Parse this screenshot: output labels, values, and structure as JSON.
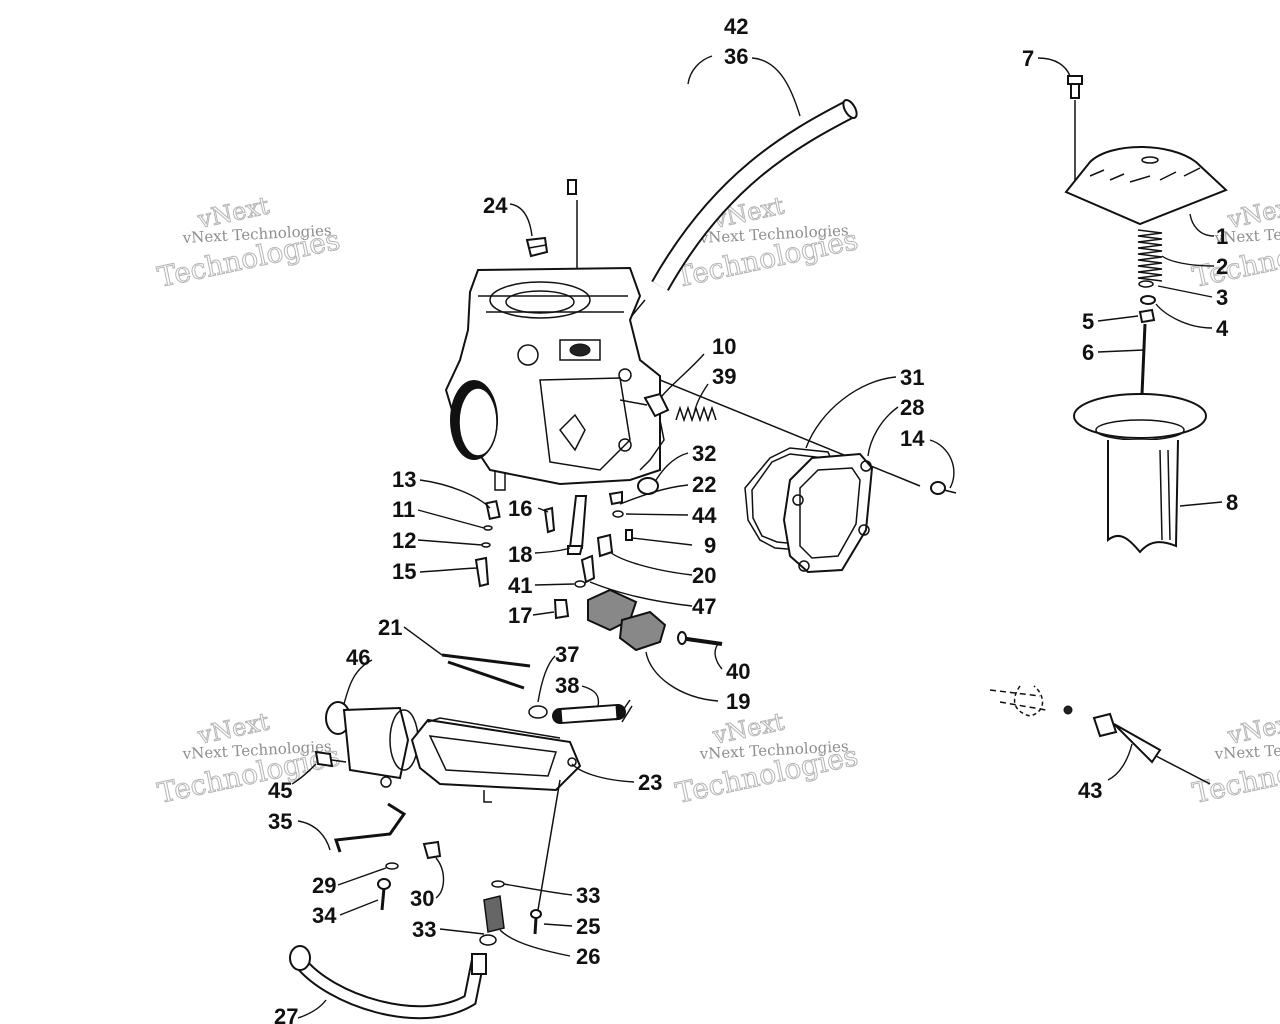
{
  "watermark": {
    "line1": "vNext",
    "line2": "vNext Technologies",
    "line3": "Technologies"
  },
  "callouts": {
    "c1": "1",
    "c2": "2",
    "c3": "3",
    "c4": "4",
    "c5": "5",
    "c6": "6",
    "c7": "7",
    "c8": "8",
    "c9": "9",
    "c10": "10",
    "c11": "11",
    "c12": "12",
    "c13": "13",
    "c14": "14",
    "c15": "15",
    "c16": "16",
    "c17": "17",
    "c18": "18",
    "c19": "19",
    "c20": "20",
    "c21": "21",
    "c22": "22",
    "c23": "23",
    "c24": "24",
    "c25": "25",
    "c26": "26",
    "c27": "27",
    "c28": "28",
    "c29": "29",
    "c30": "30",
    "c31": "31",
    "c32": "32",
    "c33a": "33",
    "c33b": "33",
    "c34": "34",
    "c35": "35",
    "c36": "36",
    "c37": "37",
    "c38": "38",
    "c39": "39",
    "c40": "40",
    "c41": "41",
    "c42": "42",
    "c43": "43",
    "c44": "44",
    "c45": "45",
    "c46": "46",
    "c47": "47"
  }
}
